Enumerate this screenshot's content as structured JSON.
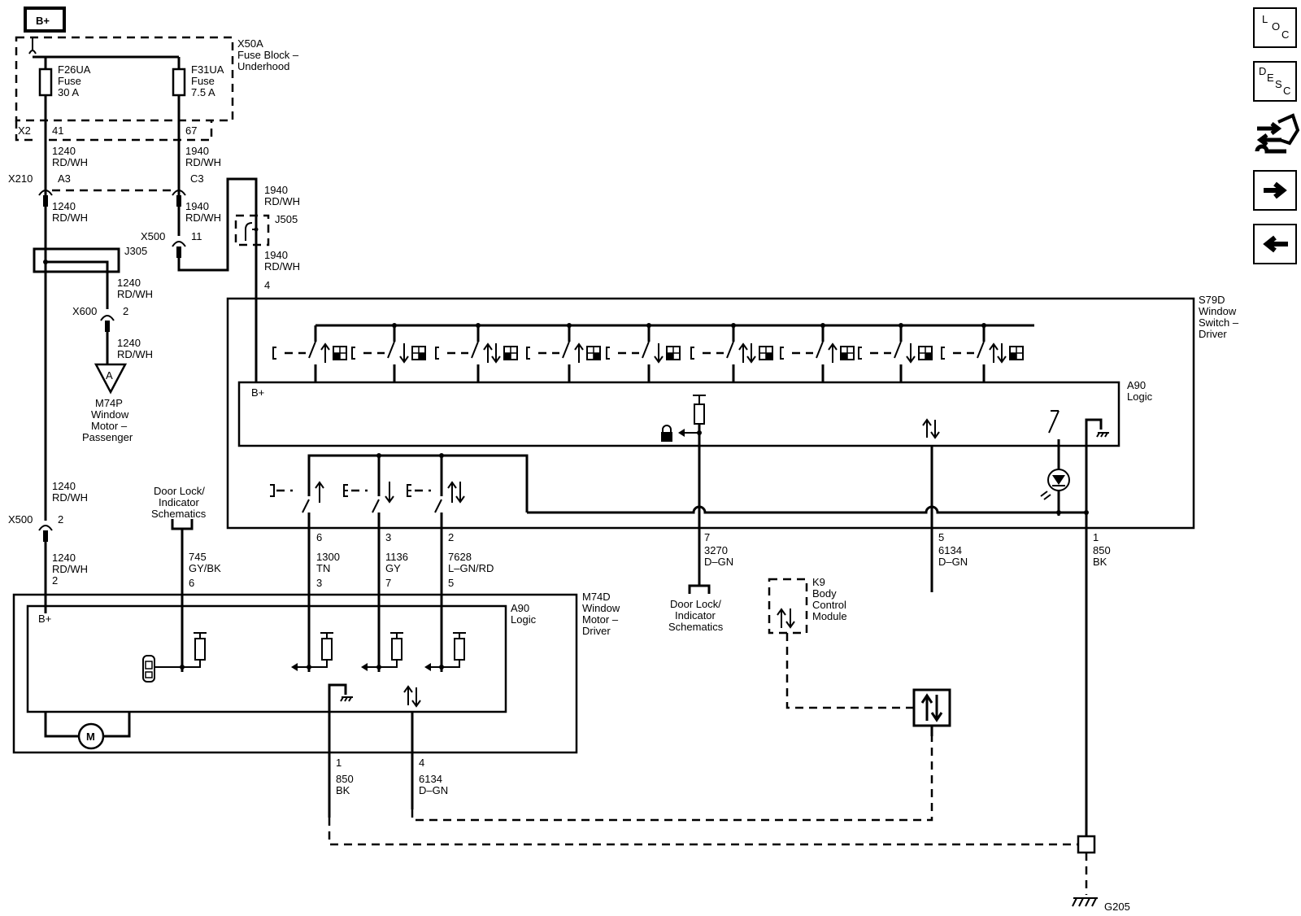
{
  "power": {
    "label": "B+"
  },
  "fuse_block": {
    "ref": "X50A",
    "name_l1": "Fuse Block –",
    "name_l2": "Underhood",
    "fuse1": {
      "ref": "F26UA",
      "type": "Fuse",
      "rating": "30 A"
    },
    "fuse2": {
      "ref": "F31UA",
      "type": "Fuse",
      "rating": "7.5 A"
    },
    "connector": "X2",
    "pin1": "41",
    "pin2": "67"
  },
  "wires": {
    "w1240": {
      "circuit": "1240",
      "color": "RD/WH"
    },
    "w1940": {
      "circuit": "1940",
      "color": "RD/WH"
    },
    "w745": {
      "circuit": "745",
      "color": "GY/BK"
    },
    "w1300": {
      "circuit": "1300",
      "color": "TN"
    },
    "w1136": {
      "circuit": "1136",
      "color": "GY"
    },
    "w7628": {
      "circuit": "7628",
      "color": "L–GN/RD"
    },
    "w3270": {
      "circuit": "3270",
      "color": "D–GN"
    },
    "w6134": {
      "circuit": "6134",
      "color": "D–GN"
    },
    "w850": {
      "circuit": "850",
      "color": "BK"
    }
  },
  "connectors": {
    "x210": "X210",
    "x210_a": "A3",
    "x210_c": "C3",
    "x500": "X500",
    "x500_top_pin": "11",
    "x500_mid_pin": "2",
    "x600": "X600",
    "x600_pin": "2",
    "j305": "J305",
    "j505": "J505"
  },
  "passenger_motor": {
    "ref": "M74P",
    "l1": "Window",
    "l2": "Motor –",
    "l3": "Passenger",
    "arrow": "A"
  },
  "door_lock_ref": {
    "l1": "Door Lock/",
    "l2": "Indicator",
    "l3": "Schematics"
  },
  "switch": {
    "ref": "S79D",
    "l1": "Window",
    "l2": "Switch –",
    "l3": "Driver",
    "pin_bplus": "4",
    "pin6": "6",
    "pin3": "3",
    "pin2": "2",
    "pin7": "7",
    "pin5": "5",
    "pin1": "1",
    "logic_ref": "A90",
    "logic_name": "Logic",
    "bplus": "B+"
  },
  "motor": {
    "ref": "M74D",
    "l1": "Window",
    "l2": "Motor –",
    "l3": "Driver",
    "pin_bplus": "2",
    "pin_lock": "6",
    "pin3": "3",
    "pin7": "7",
    "pin5": "5",
    "pin1": "1",
    "pin4": "4",
    "logic_ref": "A90",
    "logic_name": "Logic",
    "bplus": "B+",
    "motor_symbol": "M"
  },
  "bcm": {
    "ref": "K9",
    "l1": "Body",
    "l2": "Control",
    "l3": "Module"
  },
  "ground": {
    "ref": "G205"
  },
  "nav_buttons": {
    "loc": [
      "L",
      "O",
      "C"
    ],
    "desc": [
      "D",
      "E",
      "S",
      "C"
    ],
    "icons": [
      "connector-tool-icon",
      "arrow-right-icon",
      "arrow-left-icon"
    ]
  }
}
